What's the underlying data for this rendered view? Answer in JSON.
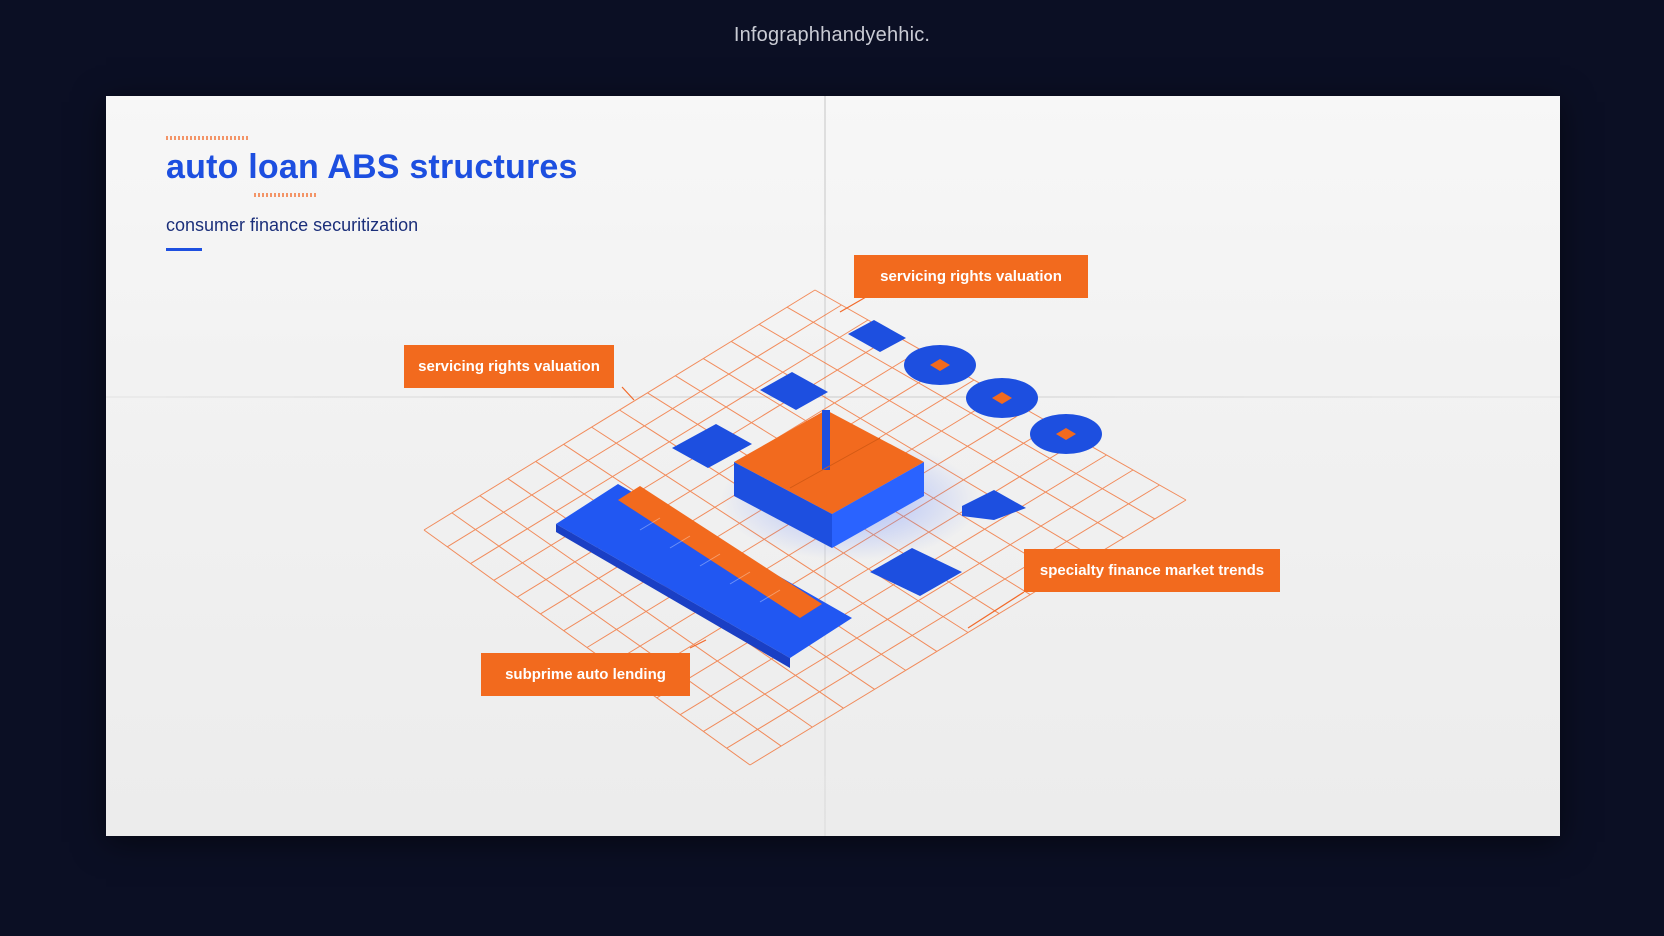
{
  "header": {
    "caption": "Infographhandyehhic."
  },
  "slide": {
    "title": "auto loan ABS structures",
    "subtitle": "consumer finance securitization"
  },
  "labels": [
    {
      "text": "servicing rights valuation"
    },
    {
      "text": "servicing rights valuation"
    },
    {
      "text": "specialty finance market trends"
    },
    {
      "text": "subprime auto lending"
    }
  ],
  "colors": {
    "accent_orange": "#f26a1e",
    "accent_blue": "#1d4fe0",
    "background": "#0b0f24",
    "paper": "#f3f3f3"
  }
}
